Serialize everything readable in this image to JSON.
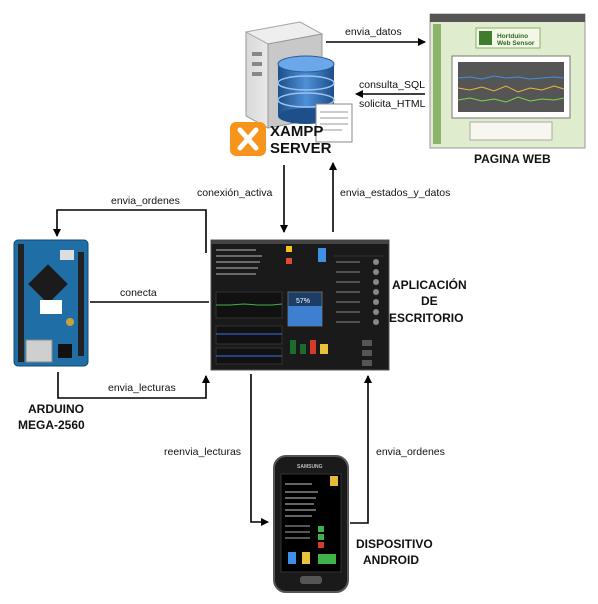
{
  "labels": {
    "envia_datos": "envia_datos",
    "consulta_sql": "consulta_SQL",
    "solicita_html": "solicita_HTML",
    "pagina_web": "PAGINA WEB",
    "xampp": "XAMPP",
    "server": "SERVER",
    "conexion_activa": "conexión_activa",
    "envia_estados_y_datos": "envia_estados_y_datos",
    "envia_ordenes_top": "envia_ordenes",
    "conecta": "conecta",
    "envia_lecturas": "envia_lecturas",
    "arduino_1": "ARDUINO",
    "arduino_2": "MEGA-2560",
    "app_1": "APLICACIÓN",
    "app_2": "DE",
    "app_3": "ESCRITORIO",
    "reenvia_lecturas": "reenvia_lecturas",
    "envia_ordenes_bottom": "envia_ordenes",
    "android_1": "DISPOSITIVO",
    "android_2": "ANDROID"
  },
  "web": {
    "title_1": "Hortduino",
    "title_2": "Web Sensor"
  },
  "desktop": {
    "percent": "57%"
  },
  "phone": {
    "brand": "SAMSUNG"
  },
  "colors": {
    "arduino_blue": "#1f6fa6",
    "xampp_orange": "#f7941d",
    "db_blue": "#2a5d9c",
    "web_green": "#dfeccd"
  }
}
